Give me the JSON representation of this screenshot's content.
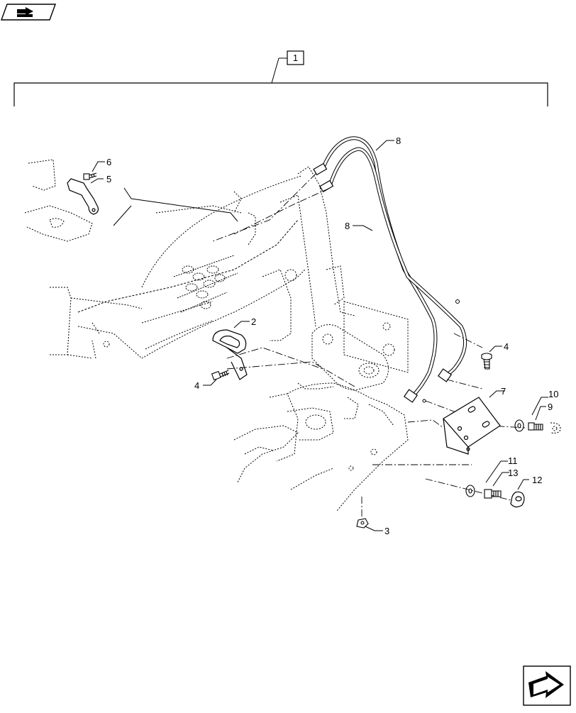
{
  "diagram": {
    "assembly_number": "1",
    "nav_icon_top": "page-nav-icon",
    "nav_icon_bottom": "next-page-arrow-icon",
    "callouts": {
      "c2": "2",
      "c3": "3",
      "c4a": "4",
      "c4b": "4",
      "c5": "5",
      "c6": "6",
      "c7": "7",
      "c8a": "8",
      "c8b": "8",
      "c9": "9",
      "c10": "10",
      "c11": "11",
      "c12": "12",
      "c13": "13"
    }
  }
}
